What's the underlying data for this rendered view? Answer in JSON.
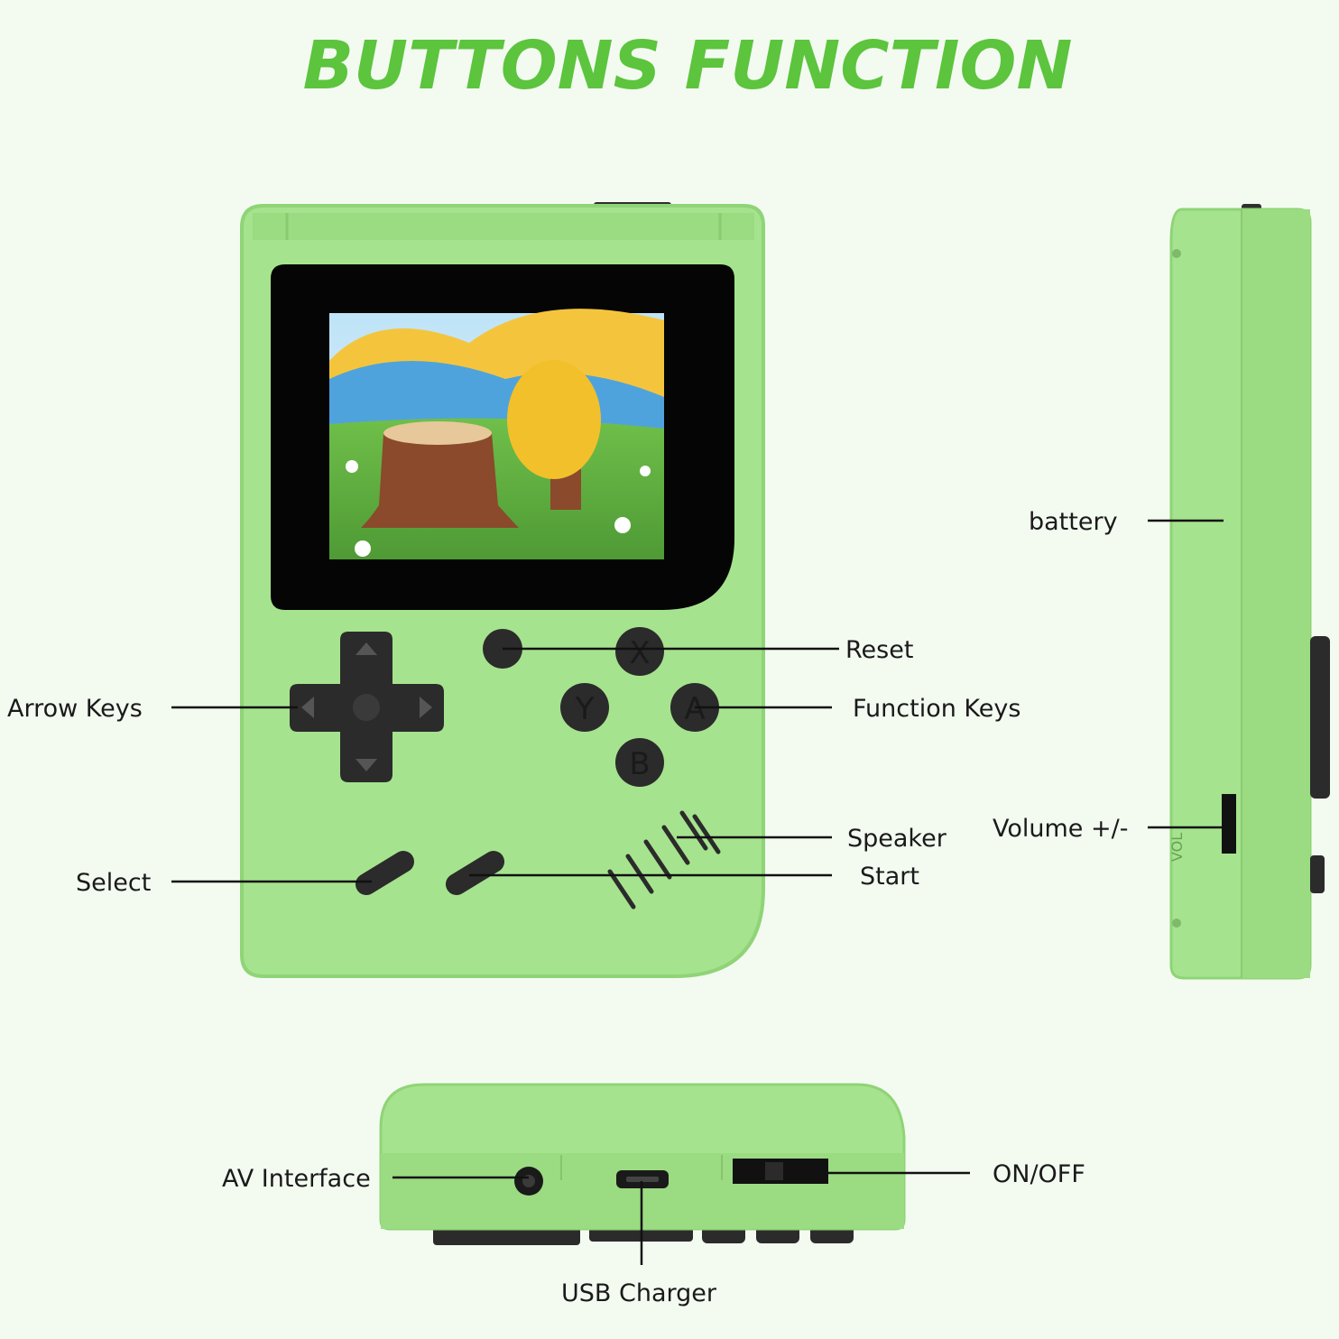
{
  "title": "BUTTONS FUNCTION",
  "colors": {
    "title_green": "#5cc43d",
    "device_green": "#a6e38e",
    "device_shade": "#8fd476",
    "screen_bezel": "#050505",
    "button_dark": "#2b2b2b",
    "line": "#111111"
  },
  "labels": {
    "arrow_keys": "Arrow Keys",
    "reset": "Reset",
    "function_keys": "Function Keys",
    "speaker": "Speaker",
    "start": "Start",
    "select": "Select",
    "battery": "battery",
    "volume": "Volume +/-",
    "av_interface": "AV Interface",
    "on_off": "ON/OFF",
    "usb_charger": "USB Charger"
  },
  "buttons": {
    "x": "X",
    "y": "Y",
    "a": "A",
    "b": "B"
  },
  "side_engraving": "VOL"
}
